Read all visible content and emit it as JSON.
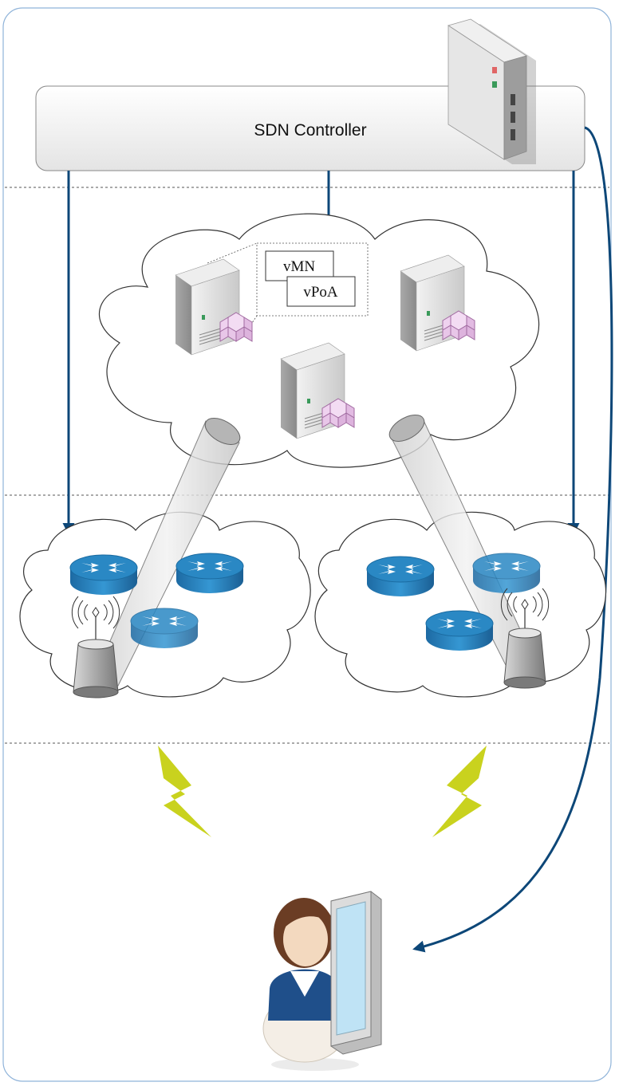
{
  "controller": {
    "label": "SDN Controller"
  },
  "cloud": {
    "vmn_label": "vMN",
    "vpoa_label": "vPoA"
  },
  "colors": {
    "arrow": "#0d4778",
    "lightning": "#c9d21e",
    "router_top": "#2a88c4",
    "server": "#d9d9d9",
    "frame_border": "#8fb3d9"
  },
  "icons": [
    "server-icon",
    "router-icon",
    "base-station-icon",
    "virtual-function-icon",
    "lightning-icon",
    "user-icon",
    "mobile-device-icon"
  ]
}
